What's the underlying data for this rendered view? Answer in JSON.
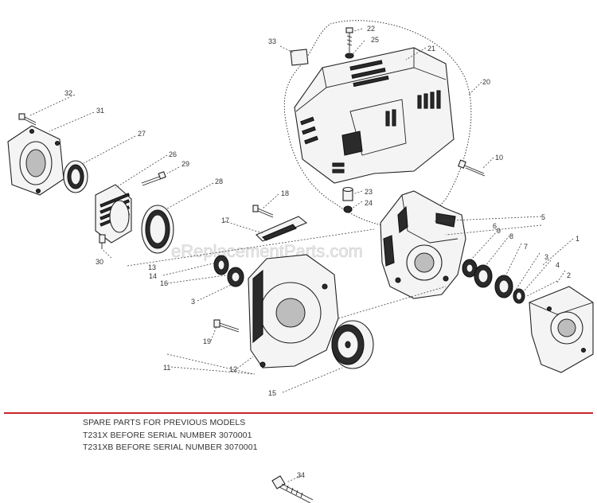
{
  "watermark": "eReplacementParts.com",
  "accent_color": "#c8262b",
  "callouts": [
    "1",
    "2",
    "3",
    "3",
    "4",
    "5",
    "6",
    "7",
    "8",
    "9",
    "10",
    "11",
    "12",
    "13",
    "14",
    "15",
    "16",
    "17",
    "18",
    "19",
    "20",
    "21",
    "22",
    "23",
    "24",
    "25",
    "26",
    "27",
    "28",
    "29",
    "30",
    "31",
    "32",
    "33",
    "34"
  ],
  "notes": {
    "heading": "SPARE PARTS FOR PREVIOUS MODELS",
    "line1": "T231X BEFORE SERIAL NUMBER 3070001",
    "line2": "T231XB BEFORE SERIAL NUMBER 3070001"
  }
}
